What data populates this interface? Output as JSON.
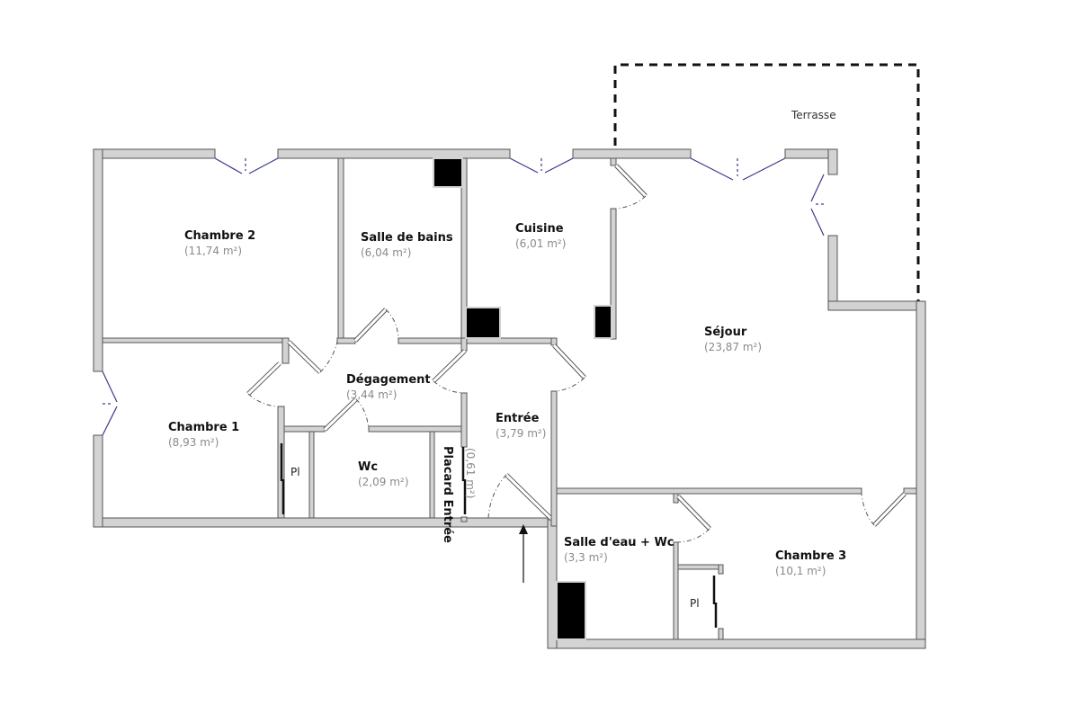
{
  "plan": {
    "colors": {
      "wall_fill": "#d3d3d3",
      "wall_stroke": "#555555",
      "window_stroke": "#3a3a8c",
      "duct_fill": "#000000",
      "terrace_stroke": "#111111"
    },
    "rooms": [
      {
        "id": "chambre-2",
        "name": "Chambre 2",
        "area": "(11,74 m²)"
      },
      {
        "id": "salle-de-bains",
        "name": "Salle de bains",
        "area": "(6,04 m²)"
      },
      {
        "id": "cuisine",
        "name": "Cuisine",
        "area": "(6,01 m²)"
      },
      {
        "id": "sejour",
        "name": "Séjour",
        "area": "(23,87 m²)"
      },
      {
        "id": "degagement",
        "name": "Dégagement",
        "area": "(3,44 m²)"
      },
      {
        "id": "chambre-1",
        "name": "Chambre 1",
        "area": "(8,93 m²)"
      },
      {
        "id": "wc",
        "name": "Wc",
        "area": "(2,09 m²)"
      },
      {
        "id": "entree",
        "name": "Entrée",
        "area": "(3,79 m²)"
      },
      {
        "id": "placard-entree",
        "name": "Placard Entrée",
        "area": "(0,61 m²)"
      },
      {
        "id": "salle-deau-wc",
        "name": "Salle d'eau + Wc",
        "area": "(3,3 m²)"
      },
      {
        "id": "chambre-3",
        "name": "Chambre 3",
        "area": "(10,1 m²)"
      }
    ],
    "terrace": {
      "name": "Terrasse"
    },
    "closets": [
      {
        "id": "pl-chambre-1",
        "label": "Pl"
      },
      {
        "id": "pl-chambre-3",
        "label": "Pl"
      }
    ]
  }
}
